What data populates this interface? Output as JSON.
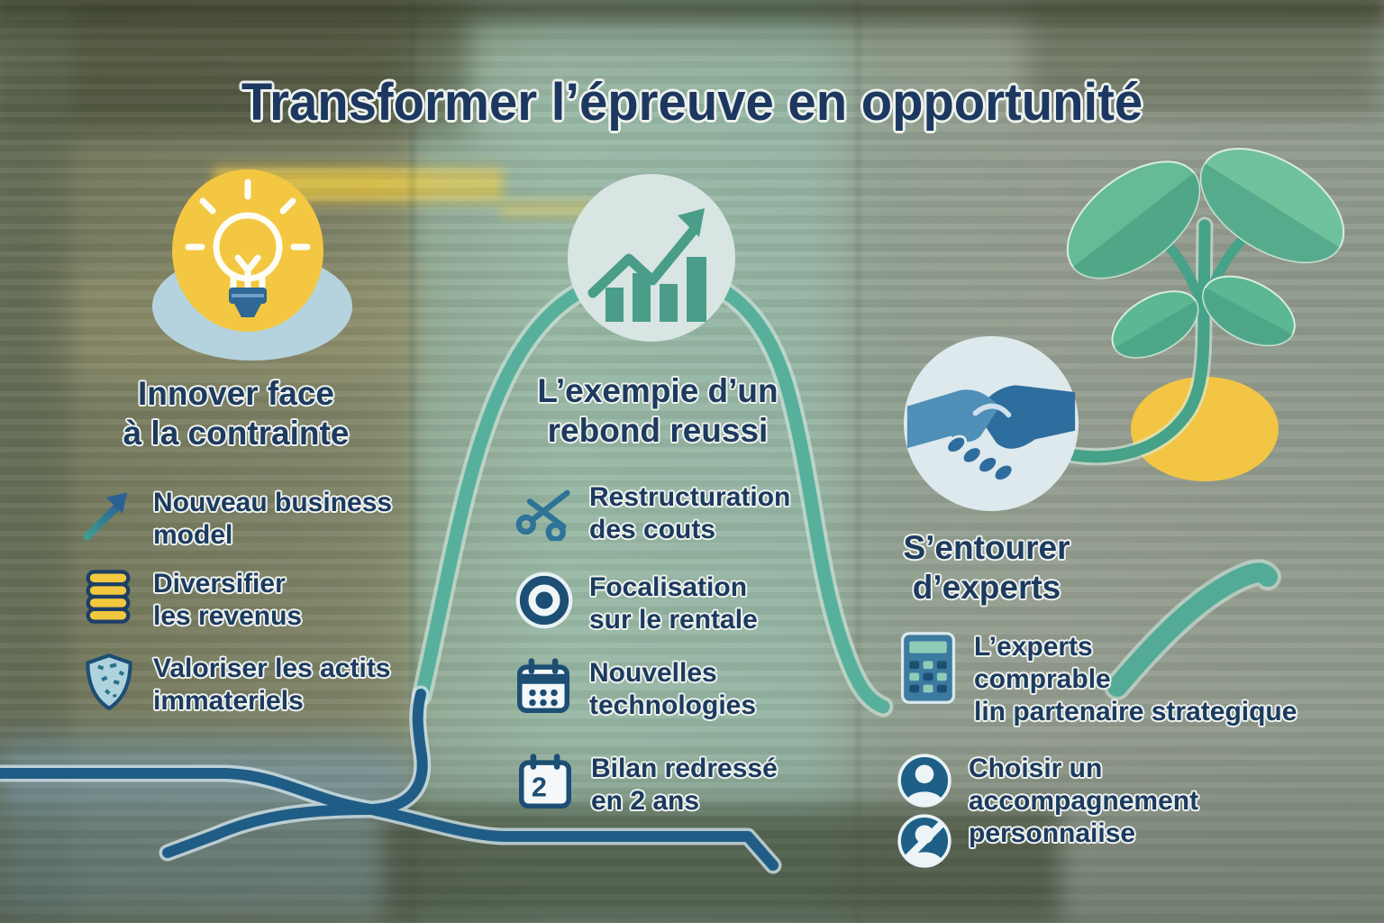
{
  "title": "Transformer l’épreuve en opportunité",
  "columns": [
    {
      "icon": "lightbulb-icon",
      "heading": "Innover face\nà la contrainte",
      "items": [
        {
          "icon": "arrow-trend-up-icon",
          "label": "Nouveau business\nmodel"
        },
        {
          "icon": "coins-icon",
          "label": "Diversifier\nles revenus"
        },
        {
          "icon": "shield-icon",
          "label": "Valoriser les actits\nimmateriels"
        }
      ]
    },
    {
      "icon": "growth-chart-icon",
      "heading": "L’exempie d’un\nrebond reussi",
      "items": [
        {
          "icon": "scissors-icon",
          "label": "Restructuration\ndes couts"
        },
        {
          "icon": "target-icon",
          "label": "Focalisation\nsur le rentale"
        },
        {
          "icon": "calendar-icon",
          "label": "Nouvelles\ntechnologies"
        },
        {
          "icon": "calendar-2-icon",
          "icon_text": "2",
          "label": "Bilan redressé\nen 2 ans"
        }
      ]
    },
    {
      "icon": "handshake-icon",
      "heading": "S’entourer\nd’experts",
      "items": [
        {
          "icon": "calculator-icon",
          "label": "L’experts\ncomprable\nlin partenaire strategique"
        },
        {
          "icon": "person-icon",
          "icon2": "person-slash-icon",
          "label": "Choisir un\naccompagnement\npersonnaiise"
        }
      ]
    }
  ],
  "decorations": {
    "plant": "sprout-plant-illustration",
    "river": "branching-river-line",
    "curve": "bell-curve-path",
    "swoosh": "teal-swoosh"
  },
  "colors": {
    "text_navy": "#1d3a5f",
    "teal_curve": "#57b09b",
    "river_blue": "#205d86",
    "accent_yellow": "#f2c83e",
    "leaf_green": "#5cb793",
    "hand_blue_light": "#4f8fb8",
    "hand_blue_dark": "#2e6e9e"
  }
}
